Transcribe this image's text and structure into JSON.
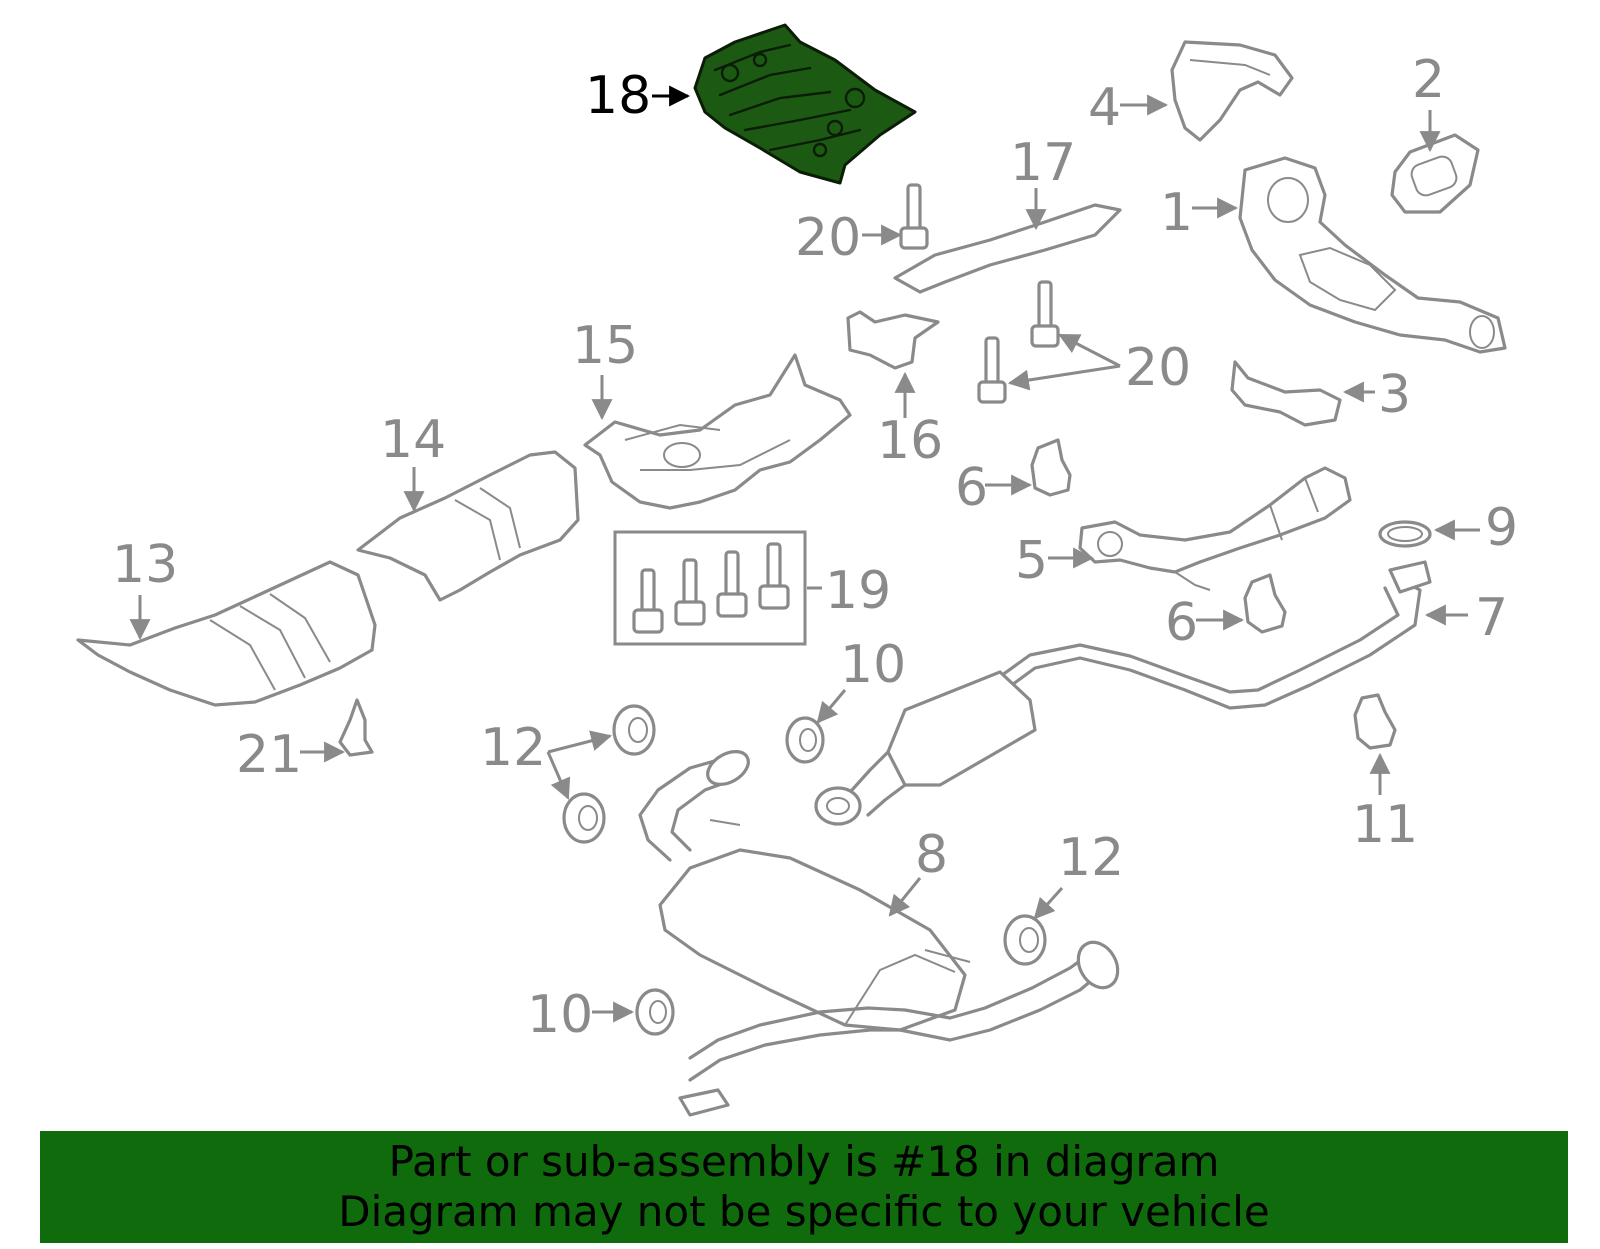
{
  "callouts": {
    "c1": "1",
    "c2": "2",
    "c3": "3",
    "c4": "4",
    "c5": "5",
    "c6a": "6",
    "c6b": "6",
    "c7": "7",
    "c8": "8",
    "c9": "9",
    "c10a": "10",
    "c10b": "10",
    "c11": "11",
    "c12a": "12",
    "c12b": "12",
    "c13": "13",
    "c14": "14",
    "c15": "15",
    "c16": "16",
    "c17": "17",
    "c18": "18",
    "c19": "19",
    "c20a": "20",
    "c20b": "20",
    "c21": "21"
  },
  "highlight": {
    "part": "18",
    "color": "#1c5a14"
  },
  "banner": {
    "line1": "Part or sub-assembly is #18 in diagram",
    "line2": "Diagram may not be specific to your vehicle",
    "background": "#0f6b0c"
  }
}
